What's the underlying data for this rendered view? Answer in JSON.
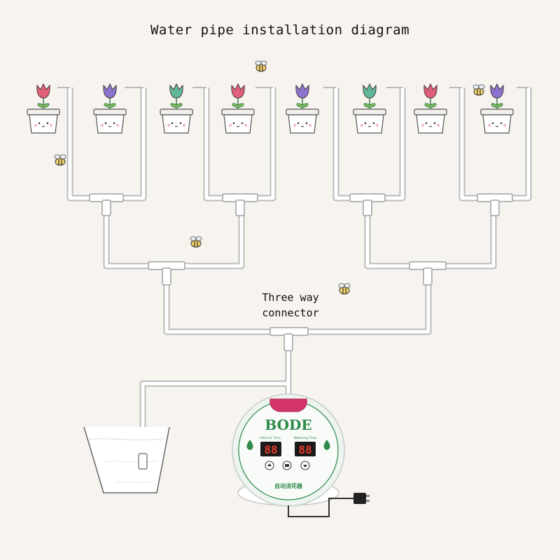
{
  "title": "Water pipe installation diagram",
  "connector_label_line1": "Three way",
  "connector_label_line2": "connector",
  "pots": [
    {
      "flower_color": "#e0607a"
    },
    {
      "flower_color": "#8a74cf"
    },
    {
      "flower_color": "#5fb89a"
    },
    {
      "flower_color": "#e0607a"
    },
    {
      "flower_color": "#8a74cf"
    },
    {
      "flower_color": "#5fb89a"
    },
    {
      "flower_color": "#e0607a"
    },
    {
      "flower_color": "#8a74cf"
    }
  ],
  "controller": {
    "brand": "BODE",
    "left_label": "Interval Time",
    "right_label": "Watering Time",
    "left_display": "88",
    "right_display": "88",
    "bottom_label": "自动浇花器",
    "accent_color": "#2f8a4a"
  },
  "colors": {
    "pipe_stroke": "#b9bcbc",
    "pipe_fill": "#ffffff",
    "display_bg": "#d23a2a"
  }
}
